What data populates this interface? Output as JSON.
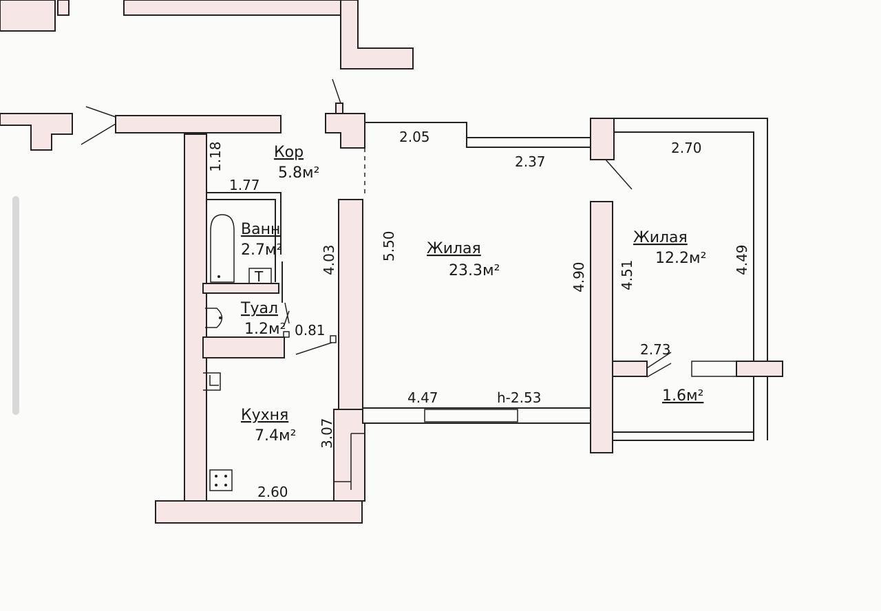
{
  "rooms": {
    "corridor": {
      "name": "Кор",
      "area": "5.8м²"
    },
    "bath": {
      "name": "Ванн",
      "area": "2.7м²"
    },
    "toilet": {
      "name": "Туал",
      "area": "1.2м²"
    },
    "kitchen": {
      "name": "Кухня",
      "area": "7.4м²"
    },
    "living_main": {
      "name": "Жилая",
      "area": "23.3м²"
    },
    "living_second": {
      "name": "Жилая",
      "area": "12.2м²"
    },
    "balcony": {
      "area": "1.6м²"
    }
  },
  "fixtures": {
    "boiler": "T"
  },
  "dimensions": {
    "d118": "1.18",
    "d177": "1.77",
    "d403": "4.03",
    "d081": "0.81",
    "d307": "3.07",
    "d260": "2.60",
    "d205": "2.05",
    "d237": "2.37",
    "d550": "5.50",
    "d490": "4.90",
    "d447": "4.47",
    "height": "h-2.53",
    "d270": "2.70",
    "d451": "4.51",
    "d449": "4.49",
    "d273": "2.73"
  }
}
